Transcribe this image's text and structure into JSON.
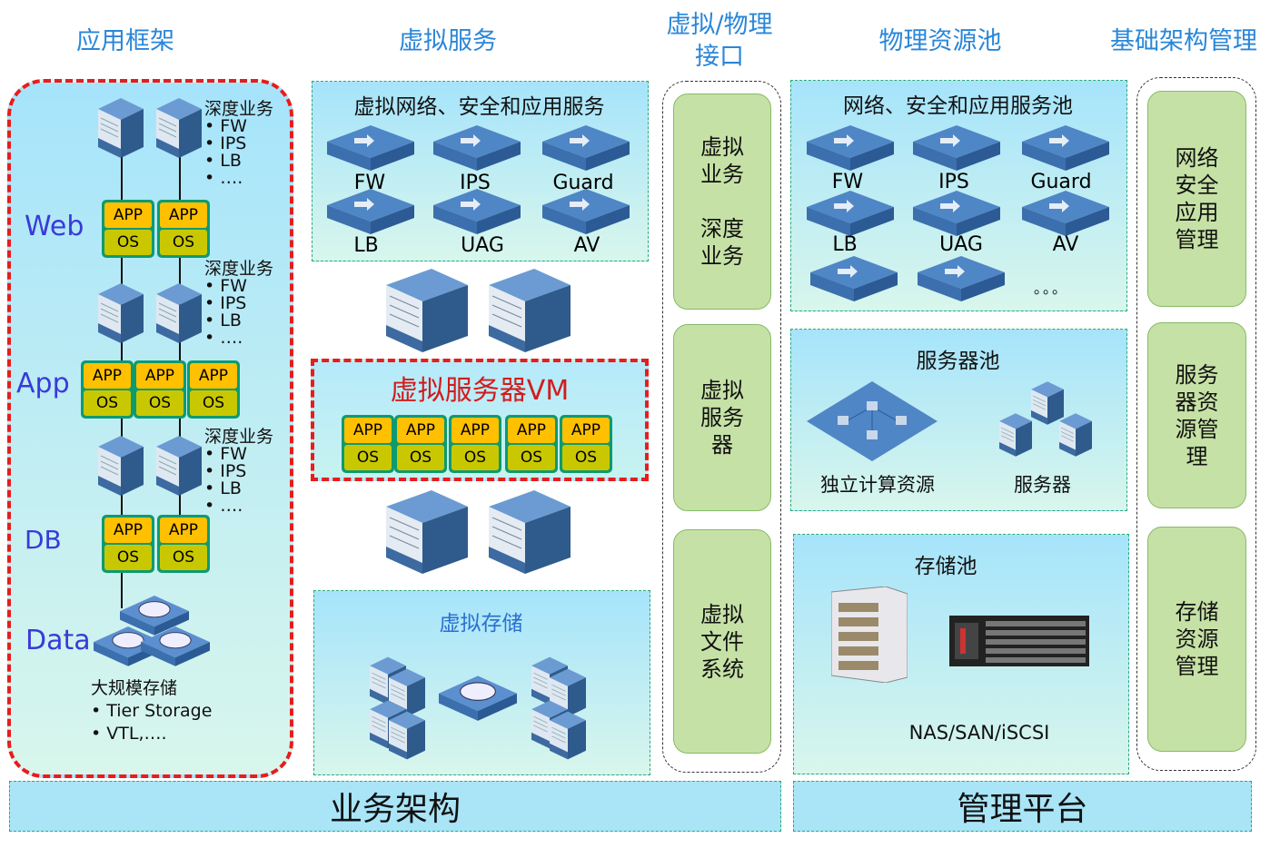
{
  "headers": {
    "app_framework": "应用框架",
    "virtual_services": "虚拟服务",
    "interface_l1": "虚拟/物理",
    "interface_l2": "接口",
    "physical_pool": "物理资源池",
    "infra_mgmt": "基础架构管理"
  },
  "app_framework": {
    "tiers": {
      "web": "Web",
      "app": "App",
      "db": "DB",
      "data": "Data"
    },
    "deep_service": {
      "title": "深度业务",
      "items": [
        "FW",
        "IPS",
        "LB",
        "…."
      ]
    },
    "chip": {
      "app": "APP",
      "os": "OS"
    },
    "storage": {
      "title": "大规模存储",
      "items": [
        "Tier Storage",
        "VTL,…."
      ]
    }
  },
  "virtual_services": {
    "title": "虚拟网络、安全和应用服务",
    "devices": [
      "FW",
      "IPS",
      "Guard",
      "LB",
      "UAG",
      "AV"
    ],
    "vm_title": "虚拟服务器VM",
    "storage_title": "虚拟存储"
  },
  "interface": {
    "box1_a": "虚拟\n业务",
    "box1_b": "深度\n业务",
    "box2": "虚拟\n服务\n器",
    "box3": "虚拟\n文件\n系统"
  },
  "physical": {
    "net_title": "网络、安全和应用服务池",
    "devices": [
      "FW",
      "IPS",
      "Guard",
      "LB",
      "UAG",
      "AV"
    ],
    "more": "。。。",
    "server_title": "服务器池",
    "compute": "独立计算资源",
    "servers": "服务器",
    "storage_title": "存储池",
    "storage_proto": "NAS/SAN/iSCSI"
  },
  "management": {
    "net": "网络\n安全\n应用\n管理",
    "server": "服务\n器资\n源管\n理",
    "storage": "存储\n资源\n管理"
  },
  "bottom": {
    "business": "业务架构",
    "platform": "管理平台"
  },
  "colors": {
    "header": "#2a86d8",
    "red_dash": "#e81c1c",
    "app": "#ffc000",
    "os": "#c9c800",
    "green_box": "#c6e1a6"
  }
}
